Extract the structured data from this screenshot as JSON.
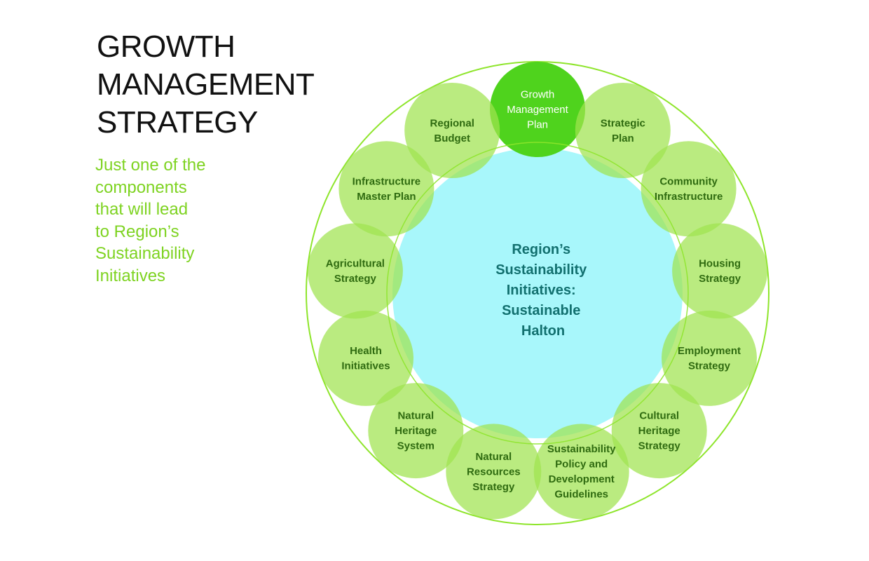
{
  "title": {
    "lines": [
      "GROWTH",
      "MANAGEMENT",
      "STRATEGY"
    ]
  },
  "subtitle": {
    "lines": [
      "Just one of the",
      "components",
      "that will lead",
      "to Region’s",
      "Sustainability",
      "Initiatives"
    ]
  },
  "colors": {
    "subtitle": "#7ed321",
    "outer_ring": "#8ee52b",
    "node_fill": "#9fe34f",
    "node_highlight": "#4fd31d",
    "center_fill": "#a8f7fb",
    "center_text": "#12706f",
    "node_text": "#2f6b10"
  },
  "diagram": {
    "center": {
      "lines": [
        "Region’s",
        "Sustainability",
        "Initiatives:",
        "Sustainable",
        "Halton"
      ]
    },
    "components": [
      {
        "lines": [
          "Growth",
          "Management",
          "Plan"
        ],
        "highlighted": true
      },
      {
        "lines": [
          "Strategic",
          "Plan"
        ]
      },
      {
        "lines": [
          "Community",
          "Infrastructure"
        ]
      },
      {
        "lines": [
          "Housing",
          "Strategy"
        ]
      },
      {
        "lines": [
          "Employment",
          "Strategy"
        ]
      },
      {
        "lines": [
          "Cultural",
          "Heritage",
          "Strategy"
        ]
      },
      {
        "lines": [
          "Sustainability",
          "Policy and",
          "Development",
          "Guidelines"
        ]
      },
      {
        "lines": [
          "Natural",
          "Resources",
          "Strategy"
        ]
      },
      {
        "lines": [
          "Natural",
          "Heritage",
          "System"
        ]
      },
      {
        "lines": [
          "Health",
          "Initiatives"
        ]
      },
      {
        "lines": [
          "Agricultural",
          "Strategy"
        ]
      },
      {
        "lines": [
          "Infrastructure",
          "Master Plan"
        ]
      },
      {
        "lines": [
          "Regional",
          "Budget"
        ]
      }
    ]
  }
}
